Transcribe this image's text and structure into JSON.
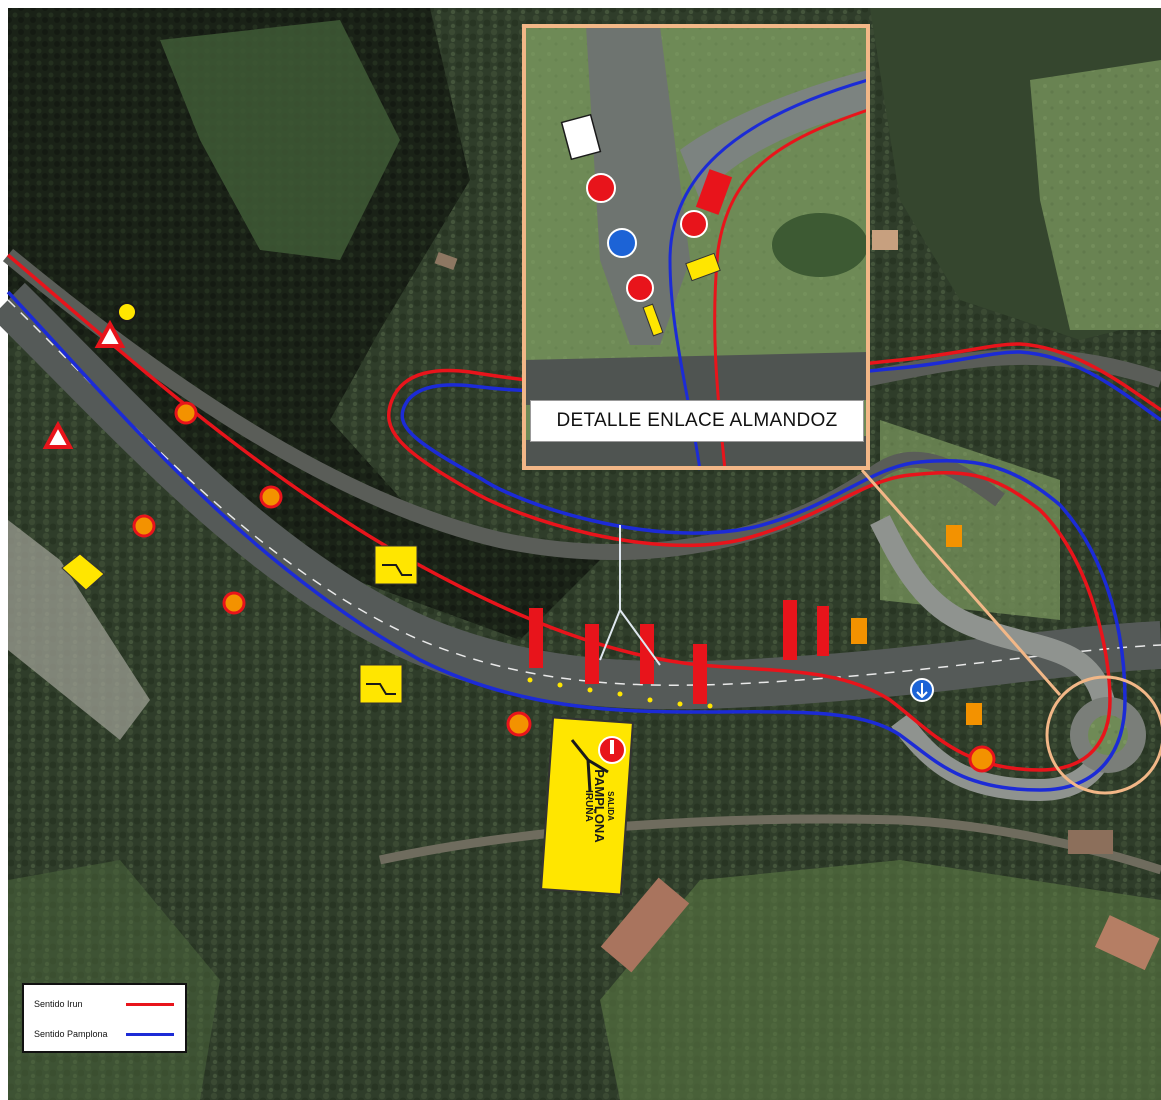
{
  "map": {
    "inset_title": "DETALLE ENLACE ALMANDOZ",
    "legend": {
      "items": [
        {
          "label": "Sentido Irun",
          "color": "#e8141b"
        },
        {
          "label": "Sentido Pamplona",
          "color": "#1c2bd6"
        }
      ]
    },
    "big_sign": {
      "lines": [
        "SALIDA",
        "PAMPLONA",
        "IRUÑA"
      ]
    },
    "colors": {
      "route_irun": "#e8141b",
      "route_pamplona": "#1c2bd6",
      "inset_frame": "#f2b787",
      "sign_yellow": "#ffe600",
      "sign_orange": "#f39200"
    }
  }
}
